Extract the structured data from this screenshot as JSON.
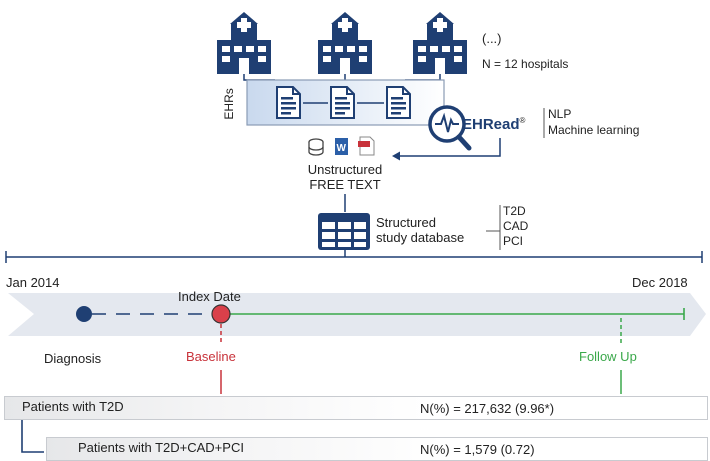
{
  "top": {
    "ellipsis": "(...)",
    "hospitals_count": "N = 12 hospitals",
    "ehrs_label": "EHRs",
    "ehread_label": "EHRead",
    "ehread_mark": "®",
    "ehread_methods": [
      "NLP",
      "Machine learning"
    ],
    "unstructured_line1": "Unstructured",
    "unstructured_line2": "FREE TEXT",
    "structured_line1": "Structured",
    "structured_line2": "study database",
    "conditions": [
      "T2D",
      "CAD",
      "PCI"
    ]
  },
  "timeline": {
    "start": "Jan 2014",
    "end": "Dec 2018",
    "index_date": "Index Date",
    "diagnosis": "Diagnosis",
    "baseline": "Baseline",
    "follow_up": "Follow Up"
  },
  "cohorts": [
    {
      "label": "Patients with T2D",
      "n": "N(%) = 217,632 (9.96*)"
    },
    {
      "label": "Patients with T2D+CAD+PCI",
      "n": "N(%) = 1,579 (0.72)"
    }
  ],
  "colors": {
    "navy": "#1f3f73",
    "red": "#c8323a",
    "green": "#3aa84a",
    "band": "#e4e8ef"
  }
}
